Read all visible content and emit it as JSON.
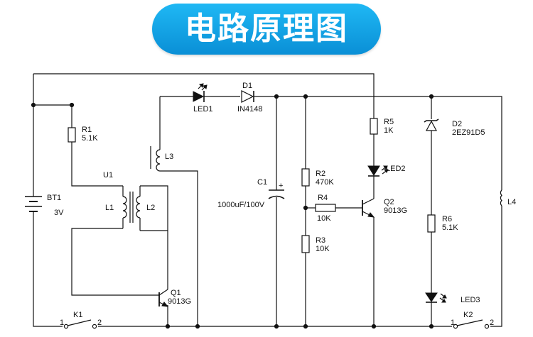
{
  "title": "电路原理图",
  "labels": {
    "bt1": "BT1",
    "bt1_value": "3V",
    "r1": "R1",
    "r1_value": "5.1K",
    "u1": "U1",
    "l1": "L1",
    "l2": "L2",
    "l3": "L3",
    "led1": "LED1",
    "d1": "D1",
    "d1_value": "IN4148",
    "c1": "C1",
    "c1_value": "1000uF/100V",
    "c1_plus": "+",
    "r2": "R2",
    "r2_value": "470K",
    "r4": "R4",
    "r4_value": "10K",
    "r3": "R3",
    "r3_value": "10K",
    "r5": "R5",
    "r5_value": "1K",
    "led2": "LED2",
    "q2": "Q2",
    "q2_value": "9013G",
    "d2": "D2",
    "d2_value": "2EZ91D5",
    "r6": "R6",
    "r6_value": "5.1K",
    "l4": "L4",
    "led3": "LED3",
    "q1": "Q1",
    "q1_value": "9013G",
    "k1": "K1",
    "k1_pin1": "1",
    "k1_pin2": "2",
    "k2": "K2",
    "k2_pin1": "1",
    "k2_pin2": "2"
  },
  "colors": {
    "banner": "#10a6e8",
    "banner_text": "#ffffff",
    "wire": "#111111"
  }
}
